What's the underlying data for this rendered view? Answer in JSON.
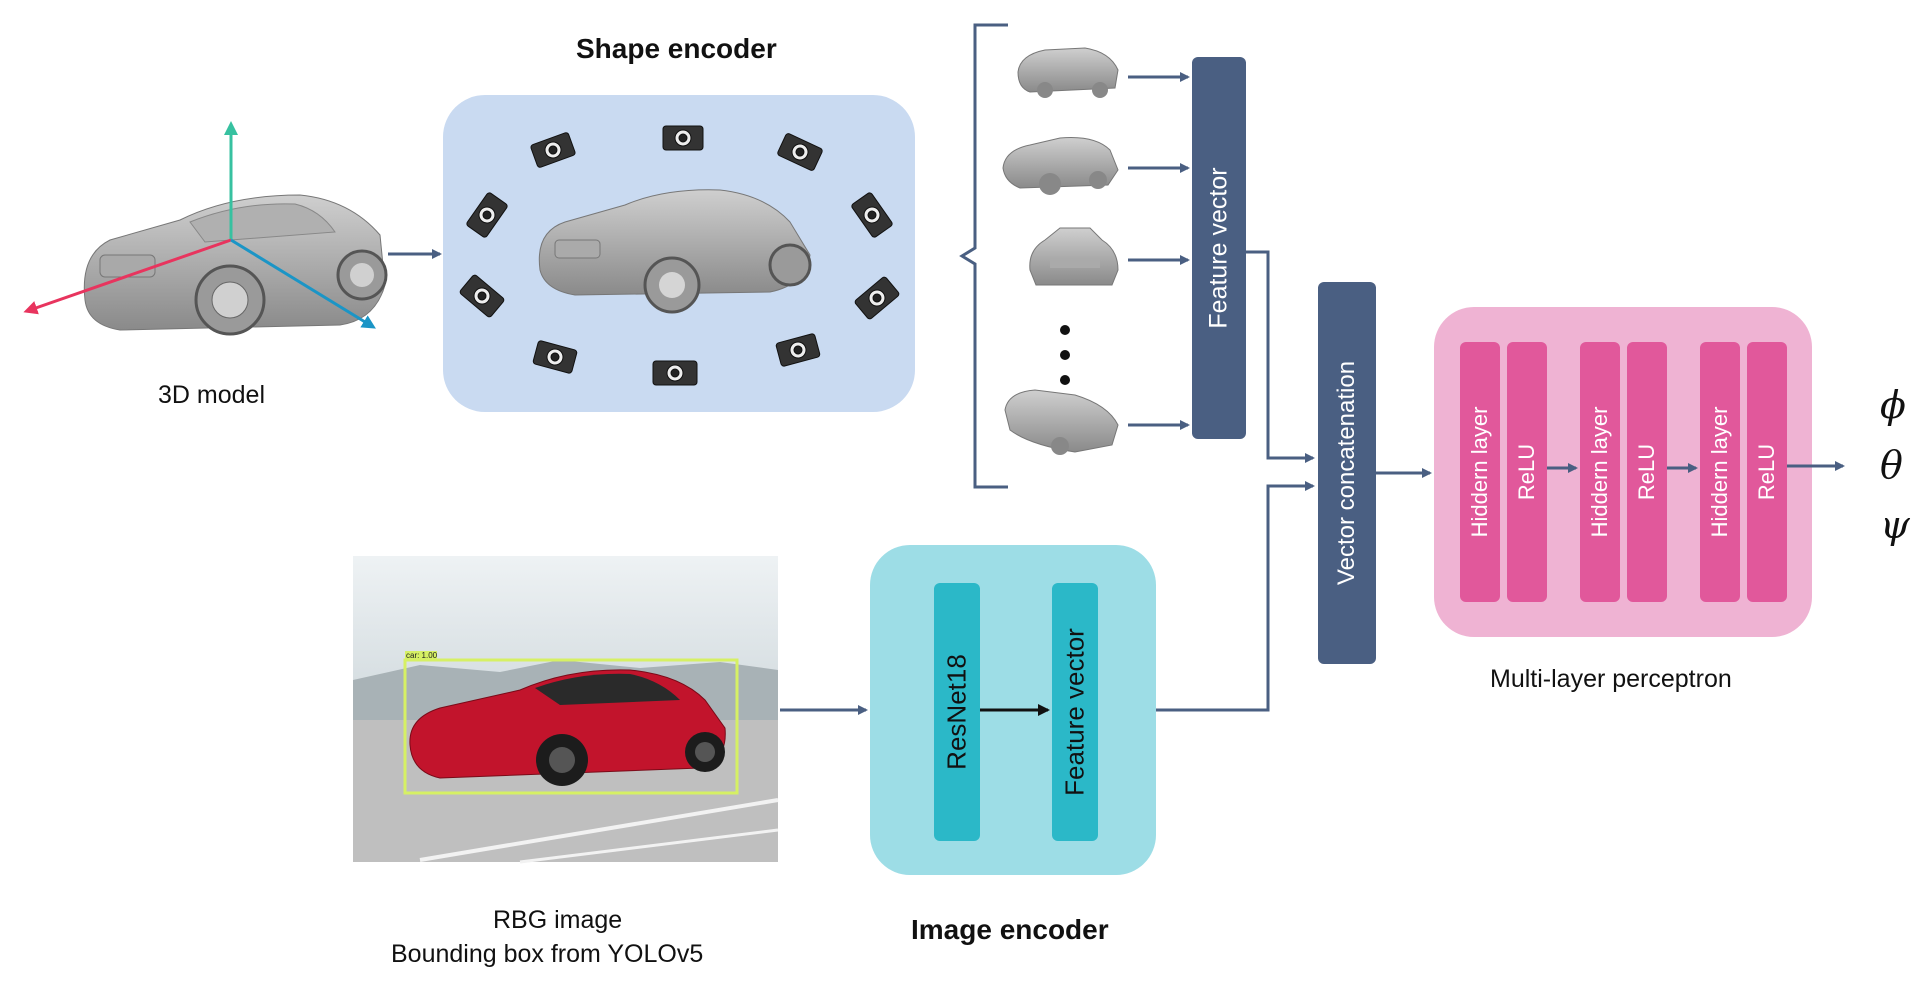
{
  "labels": {
    "model_3d": "3D model",
    "shape_encoder": "Shape encoder",
    "feature_vector_top": "Feature vector",
    "vector_concatenation": "Vector concatenation",
    "hidden_layer": "Hiddern layer",
    "relu": "ReLU",
    "mlp": "Multi-layer perceptron",
    "rgb_image": "RBG image",
    "bbox_source": "Bounding box from YOLOv5",
    "detection_tag": "car: 1.00",
    "resnet": "ResNet18",
    "feature_vector_image": "Feature vector",
    "image_encoder": "Image encoder"
  },
  "outputs": [
    "ϕ",
    "θ",
    "ψ"
  ],
  "colors": {
    "shape_encoder_panel": "#c9daf1",
    "dark_blue_box": "#4a5f82",
    "mlp_panel": "#efb3d3",
    "mlp_bars": "#e1589b",
    "image_encoder_panel": "#9ddde6",
    "image_encoder_bars": "#2bb8c8",
    "arrow": "#4a5f82",
    "axis_green": "#37c1a0",
    "axis_red": "#e8345e",
    "axis_blue": "#1b95c6",
    "bbox": "#d6f064",
    "tesla_red": "#c2142c"
  }
}
